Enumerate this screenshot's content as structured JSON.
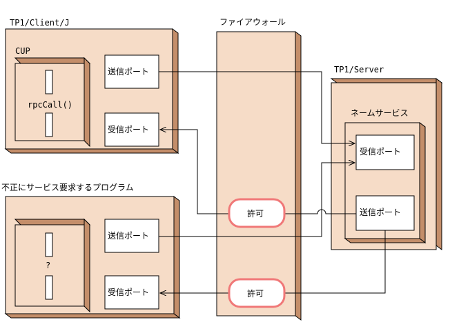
{
  "nodes": {
    "client": {
      "title": "TP1/Client/J",
      "inner_title": "CUP",
      "call": "rpcCall()",
      "send_port": "送信ポート",
      "recv_port": "受信ポート"
    },
    "firewall": {
      "title": "ファイアウォール",
      "allow_upper": "許可",
      "allow_lower": "許可"
    },
    "server": {
      "title": "TP1/Server",
      "service_title": "ネームサービス",
      "recv_port": "受信ポート",
      "send_port": "送信ポート"
    },
    "rogue": {
      "title": "不正にサービス要求するプログラム",
      "call": "?",
      "send_port": "送信ポート",
      "recv_port": "受信ポート"
    }
  },
  "colors": {
    "node_face": "#f6dcc7",
    "node_side": "#c48e6a",
    "allow_border": "#f07878"
  }
}
